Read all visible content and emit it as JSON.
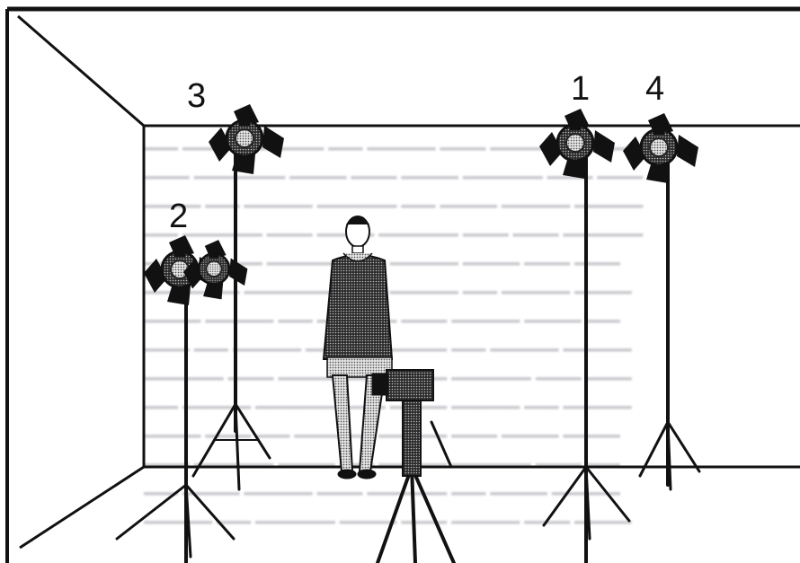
{
  "lamp_labels": [
    "1",
    "2",
    "3",
    "4"
  ],
  "colors": {
    "ink": "#111111",
    "background": "#ffffff",
    "bleed_text": "#5a5a6a"
  }
}
